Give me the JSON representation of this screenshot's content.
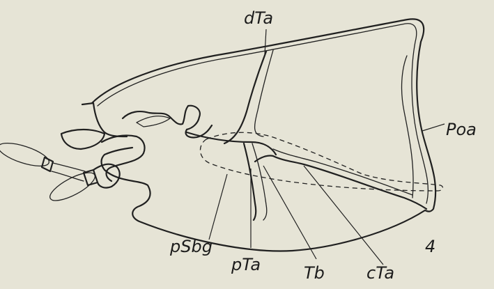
{
  "labels": {
    "dTa": "dTa",
    "Poa": "Poa",
    "pSbg": "pSbg",
    "pTa": "pTa",
    "Tb": "Tb",
    "cTa": "cTa",
    "figure_number": "4"
  }
}
